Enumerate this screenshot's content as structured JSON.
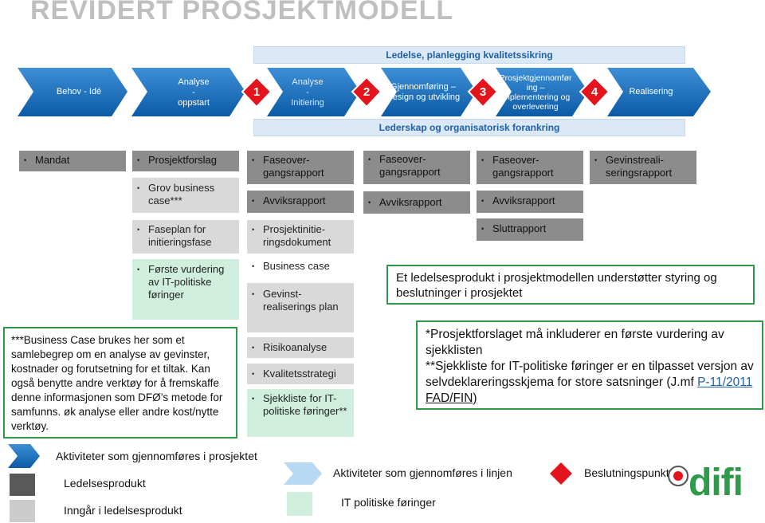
{
  "title": "REVIDERT PROSJEKTMODELL",
  "top_band": "Ledelse, planlegging kvalitetssikring",
  "bottom_band": "Lederskap og organisatorisk forankring",
  "phases": [
    {
      "lines": [
        "Behov - Idé"
      ]
    },
    {
      "lines": [
        "Analyse",
        "-",
        "oppstart"
      ]
    },
    {
      "lines": [
        "Analyse",
        "-",
        "Initiering"
      ]
    },
    {
      "lines": [
        "Gjennomføring –",
        "Design og utvikling"
      ]
    },
    {
      "lines": [
        "Prosjektgjennomfør",
        "ing –",
        "implementering og",
        "overlevering"
      ]
    },
    {
      "lines": [
        "Realisering"
      ]
    }
  ],
  "decision_points": [
    "1",
    "2",
    "3",
    "4"
  ],
  "boxes": {
    "mandat": "Mandat",
    "prosjektforslag": "Prosjektforslag",
    "grov_business": "Grov business case***",
    "faseplan": "Faseplan for initieringsfase",
    "forste_vurdering": "Første vurdering av IT-politiske føringer",
    "faseover1": "Faseover-gangsrapport",
    "avvik1": "Avviksrapport",
    "prosjektinitiering": "Prosjektinitie-ringsdokument",
    "business_case": "Business case",
    "gevinst": "Gevinst-realiserings plan",
    "risiko": "Risikoanalyse",
    "kvalitet": "Kvalitetsstrategi",
    "sjekkliste": "Sjekkliste for IT-politiske føringer**",
    "faseover2": "Faseover-gangsrapport",
    "avvik2": "Avviksrapport",
    "faseover3": "Faseover-gangsrapport",
    "avvik3": "Avviksrapport",
    "sluttrapport": "Sluttrapport",
    "gevinstrapport": "Gevinstreali-seringsrapport"
  },
  "notes": {
    "business_note": "***Business Case brukes her som et samlebegrep om en analyse av gevinster, kostnader og forutsetning for et tiltak. Kan også benytte andre verktøy for å fremskaffe denne  informasjonen som DFØ’s metode for samfunns. øk analyse eller andre kost/nytte verktøy.",
    "ledelsesprodukt_note": "Et ledelsesprodukt i prosjektmodellen understøtter styring og beslutninger i prosjektet",
    "star_note_1": "*Prosjektforslaget må inkluderer en første vurdering av sjekklisten",
    "star_note_2_pre": "**Sjekkliste for IT-politiske føringer  er en tilpasset versjon av selvdeklareringsskjema for store satsninger (J.mf ",
    "star_note_2_link": "P-11/2011",
    "star_note_2_post": " FAD/FIN)"
  },
  "legend": {
    "aktiviteter_prosjekt": "Aktiviteter som gjennomføres i prosjektet",
    "ledelsesprodukt": "Ledelsesprodukt",
    "inngar": "Inngår i ledelsesprodukt",
    "aktiviteter_linjen": "Aktiviteter som gjennomføres i linjen",
    "it_foringer": "IT politiske føringer",
    "beslutningspunkt": "Beslutningspunkt"
  },
  "logo": "difi",
  "colors": {
    "chevron": "#0b63b3",
    "chevron_light": "#3d8fd6",
    "diamond": "#e3141c",
    "dark_box": "#8c8c8c",
    "light_box": "#d9d9d9",
    "green_box": "#cfeedd",
    "frame_green": "#2e9a4a"
  }
}
